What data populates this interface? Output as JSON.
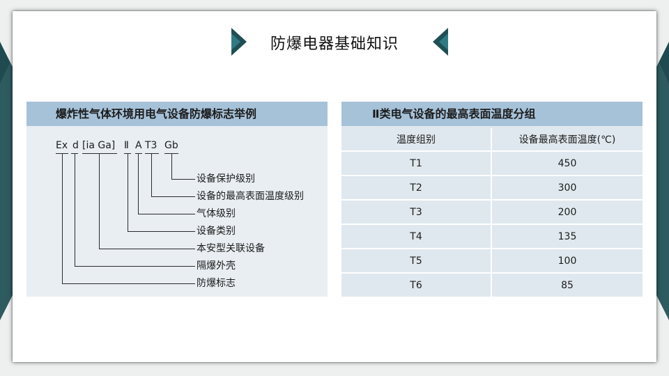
{
  "title": "防爆电器基础知识",
  "left_panel": {
    "header": "爆炸性气体环境用电气设备防爆标志举例",
    "code_parts": [
      "Ex",
      "d",
      "[ia Ga]",
      "Ⅱ",
      "A",
      "T3",
      "Gb"
    ],
    "labels": [
      "设备保护级别",
      "设备的最高表面温度级别",
      "气体级别",
      "设备类别",
      "本安型关联设备",
      "隔爆外壳",
      "防爆标志"
    ]
  },
  "right_panel": {
    "header": "Ⅱ类电气设备的最高表面温度分组",
    "columns": [
      "温度组别",
      "设备最高表面温度(℃)"
    ],
    "rows": [
      [
        "T1",
        "450"
      ],
      [
        "T2",
        "300"
      ],
      [
        "T3",
        "200"
      ],
      [
        "T4",
        "135"
      ],
      [
        "T5",
        "100"
      ],
      [
        "T6",
        "85"
      ]
    ]
  },
  "colors": {
    "accent_dark": "#1f4f55",
    "accent_teal": "#2e7b84",
    "header_blue": "#a6c2d9",
    "panel_bg": "#e8eef2"
  }
}
